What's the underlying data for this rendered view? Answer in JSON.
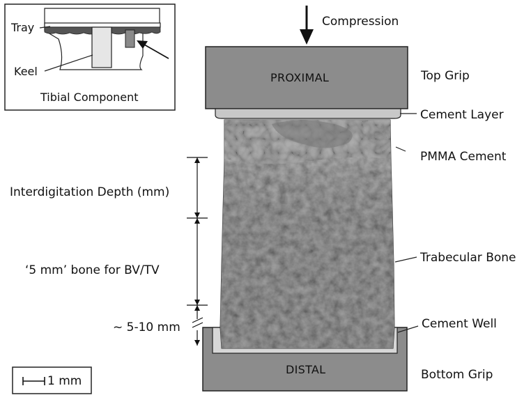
{
  "figure": {
    "load": "Compression",
    "grips": {
      "top": "PROXIMAL",
      "bottom": "DISTAL"
    },
    "labels": {
      "top_grip": "Top Grip",
      "cement_layer": "Cement Layer",
      "pmma_cement": "PMMA Cement",
      "trabecular_bone": "Trabecular Bone",
      "cement_well": "Cement Well",
      "bottom_grip": "Bottom Grip"
    },
    "dimensions": {
      "interdigitation_depth": "Interdigitation Depth (mm)",
      "bone_region": "‘5 mm’ bone for BV/TV",
      "offset": "~ 5-10 mm"
    },
    "scale_bar": "1 mm"
  },
  "inset": {
    "tray": "Tray",
    "keel": "Keel",
    "title": "Tibial Component"
  },
  "colors": {
    "grip_fill": "#8c8c8c",
    "cement_layer_fill": "#c8c8c8",
    "bone_dark": "#4a4a4a",
    "cement_light": "#8a8a8a"
  }
}
